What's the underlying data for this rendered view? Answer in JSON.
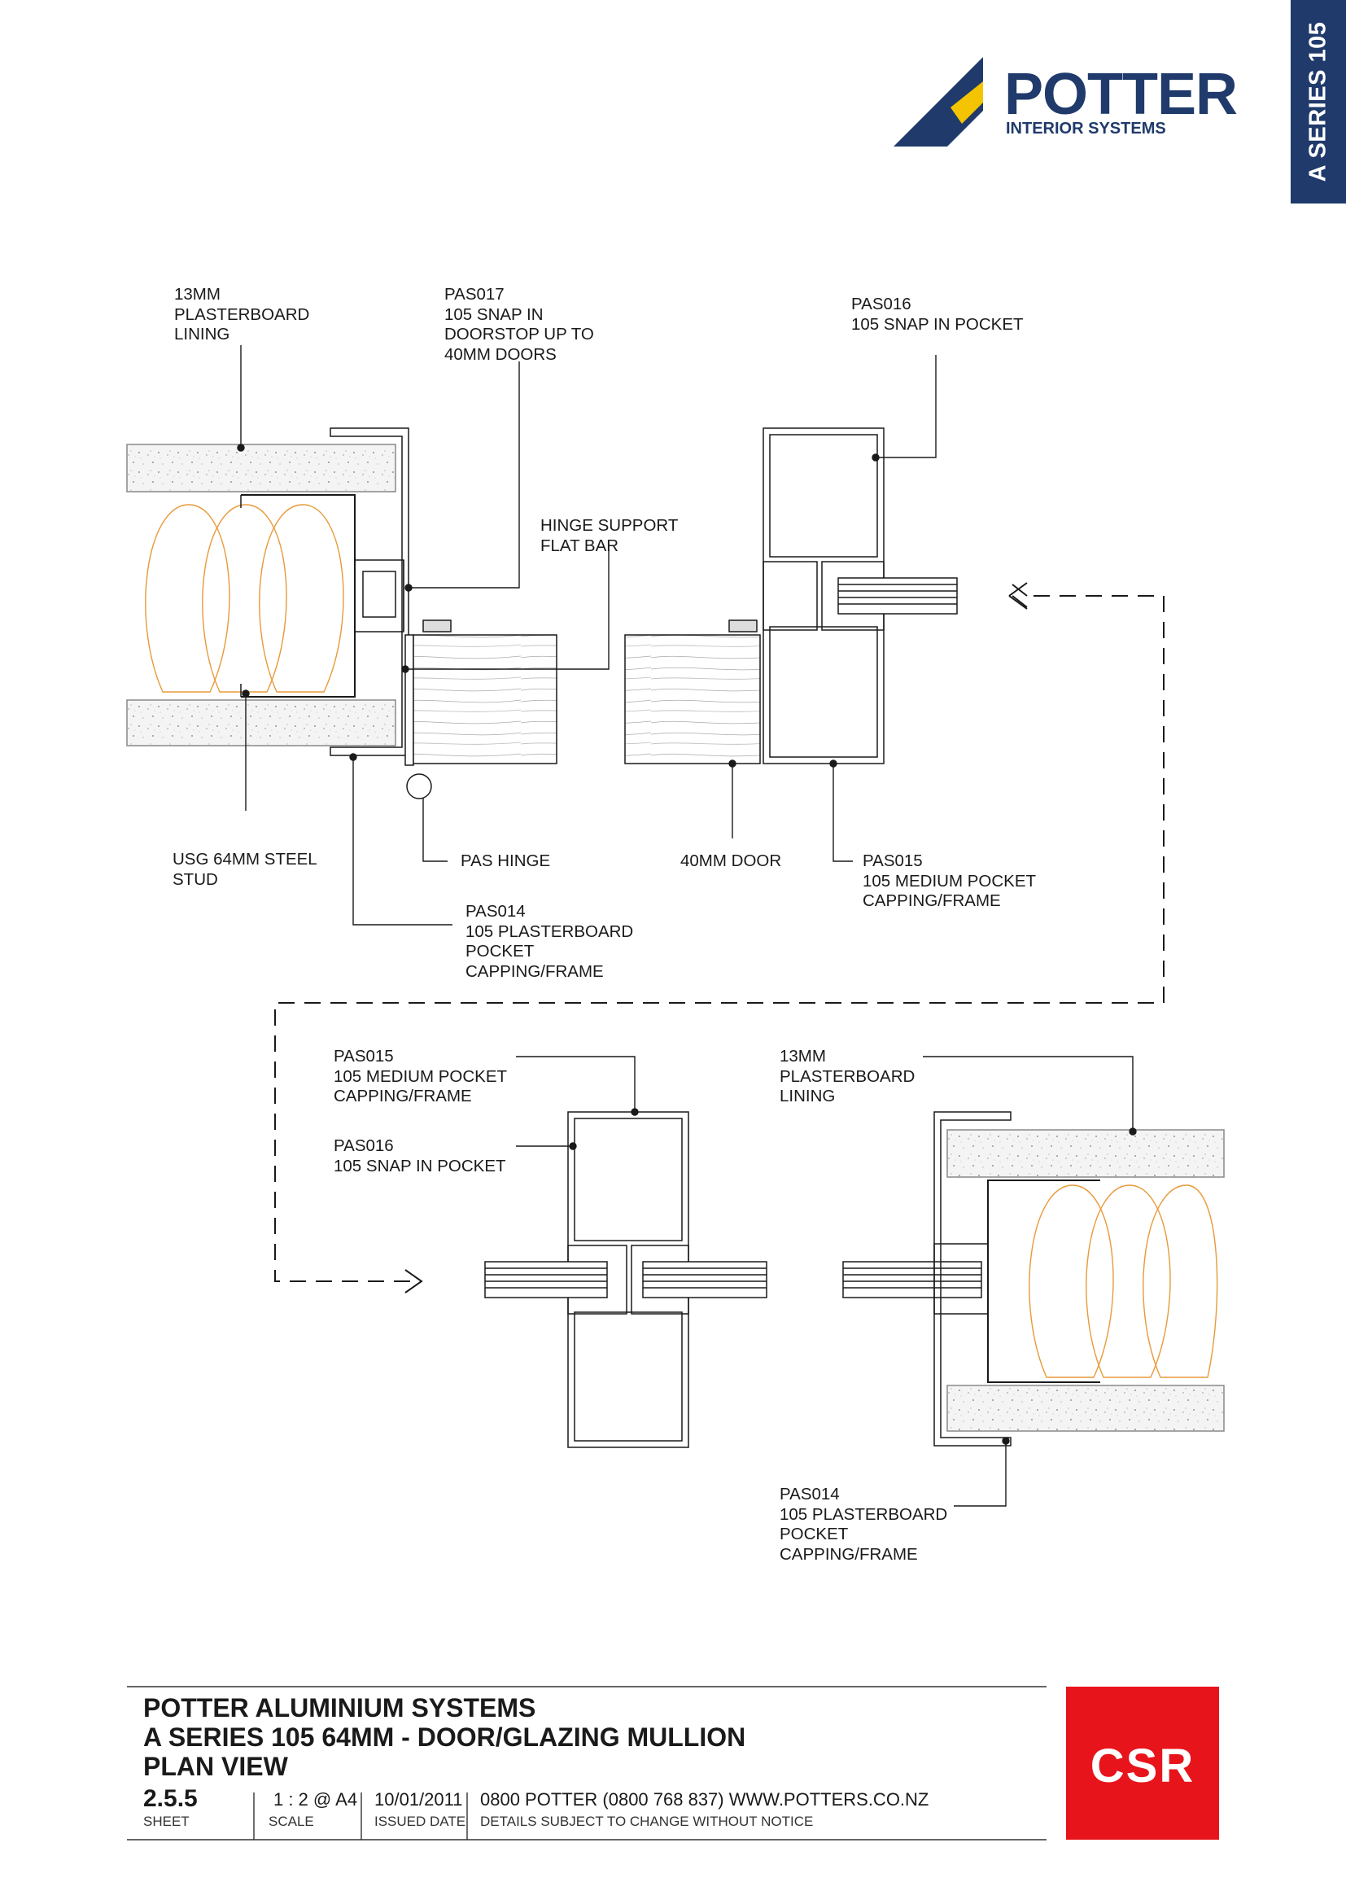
{
  "side_tab": {
    "label": "A SERIES 105"
  },
  "brand": {
    "name": "POTTER",
    "tagline": "INTERIOR SYSTEMS",
    "color": "#1f3a6b",
    "accent": "#f5c400"
  },
  "labels": {
    "plasterboard_lining_top": "13MM\nPLASTERBOARD\nLINING",
    "pas017": "PAS017\n105 SNAP IN\nDOORSTOP UP TO\n40MM DOORS",
    "pas016_top": "PAS016\n105 SNAP IN POCKET",
    "hinge_support": "HINGE SUPPORT\nFLAT BAR",
    "steel_stud": "USG 64MM STEEL\nSTUD",
    "pas_hinge": "PAS HINGE",
    "door_40mm": "40MM DOOR",
    "pas015_top": "PAS015\n105 MEDIUM POCKET\nCAPPING/FRAME",
    "pas014_top": "PAS014\n105 PLASTERBOARD\nPOCKET\nCAPPING/FRAME",
    "pas015_bottom": "PAS015\n105 MEDIUM POCKET\nCAPPING/FRAME",
    "pas016_bottom": "PAS016\n105 SNAP IN POCKET",
    "plasterboard_lining_bottom": "13MM\nPLASTERBOARD\nLINING",
    "pas014_bottom": "PAS014\n105 PLASTERBOARD\nPOCKET\nCAPPING/FRAME"
  },
  "title_block": {
    "line1": "POTTER ALUMINIUM SYSTEMS",
    "line2": "A SERIES 105 64MM - DOOR/GLAZING MULLION",
    "line3": "PLAN VIEW",
    "sheet_value": "2.5.5",
    "sheet_caption": "SHEET",
    "scale_value": "1 : 2 @ A4",
    "scale_caption": "SCALE",
    "date_value": "10/01/2011",
    "date_caption": "ISSUED DATE",
    "contact_value": "0800 POTTER (0800 768 837) WWW.POTTERS.CO.NZ",
    "contact_caption": "DETAILS SUBJECT TO CHANGE WITHOUT NOTICE"
  },
  "csr_logo": {
    "text": "CSR",
    "color": "#e8141b"
  }
}
